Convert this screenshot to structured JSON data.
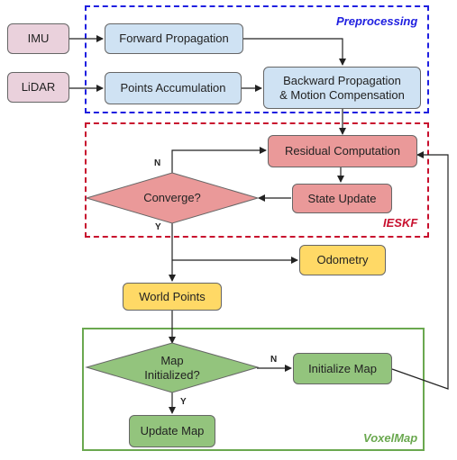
{
  "frames": {
    "preprocessing": "Preprocessing",
    "ieskf": "IESKF",
    "voxelmap": "VoxelMap"
  },
  "nodes": {
    "imu": "IMU",
    "lidar": "LiDAR",
    "forward_propagation": "Forward Propagation",
    "points_accumulation": "Points Accumulation",
    "backward_propagation": "Backward Propagation\n& Motion Compensation",
    "residual_computation": "Residual Computation",
    "state_update": "State Update",
    "converge": "Converge?",
    "odometry": "Odometry",
    "world_points": "World Points",
    "map_initialized": "Map\nInitialized?",
    "initialize_map": "Initialize Map",
    "update_map": "Update Map"
  },
  "edge_labels": {
    "converge_no": "N",
    "converge_yes": "Y",
    "map_no": "N",
    "map_yes": "Y"
  },
  "colors": {
    "input": "#ead1dc",
    "preprocessing": "#cfe2f3",
    "ieskf": "#ea9999",
    "output": "#ffd966",
    "voxelmap": "#93c47d",
    "preprocessing_frame": "#1f1fe0",
    "ieskf_frame": "#c8102e",
    "voxelmap_frame": "#6aa84f"
  }
}
